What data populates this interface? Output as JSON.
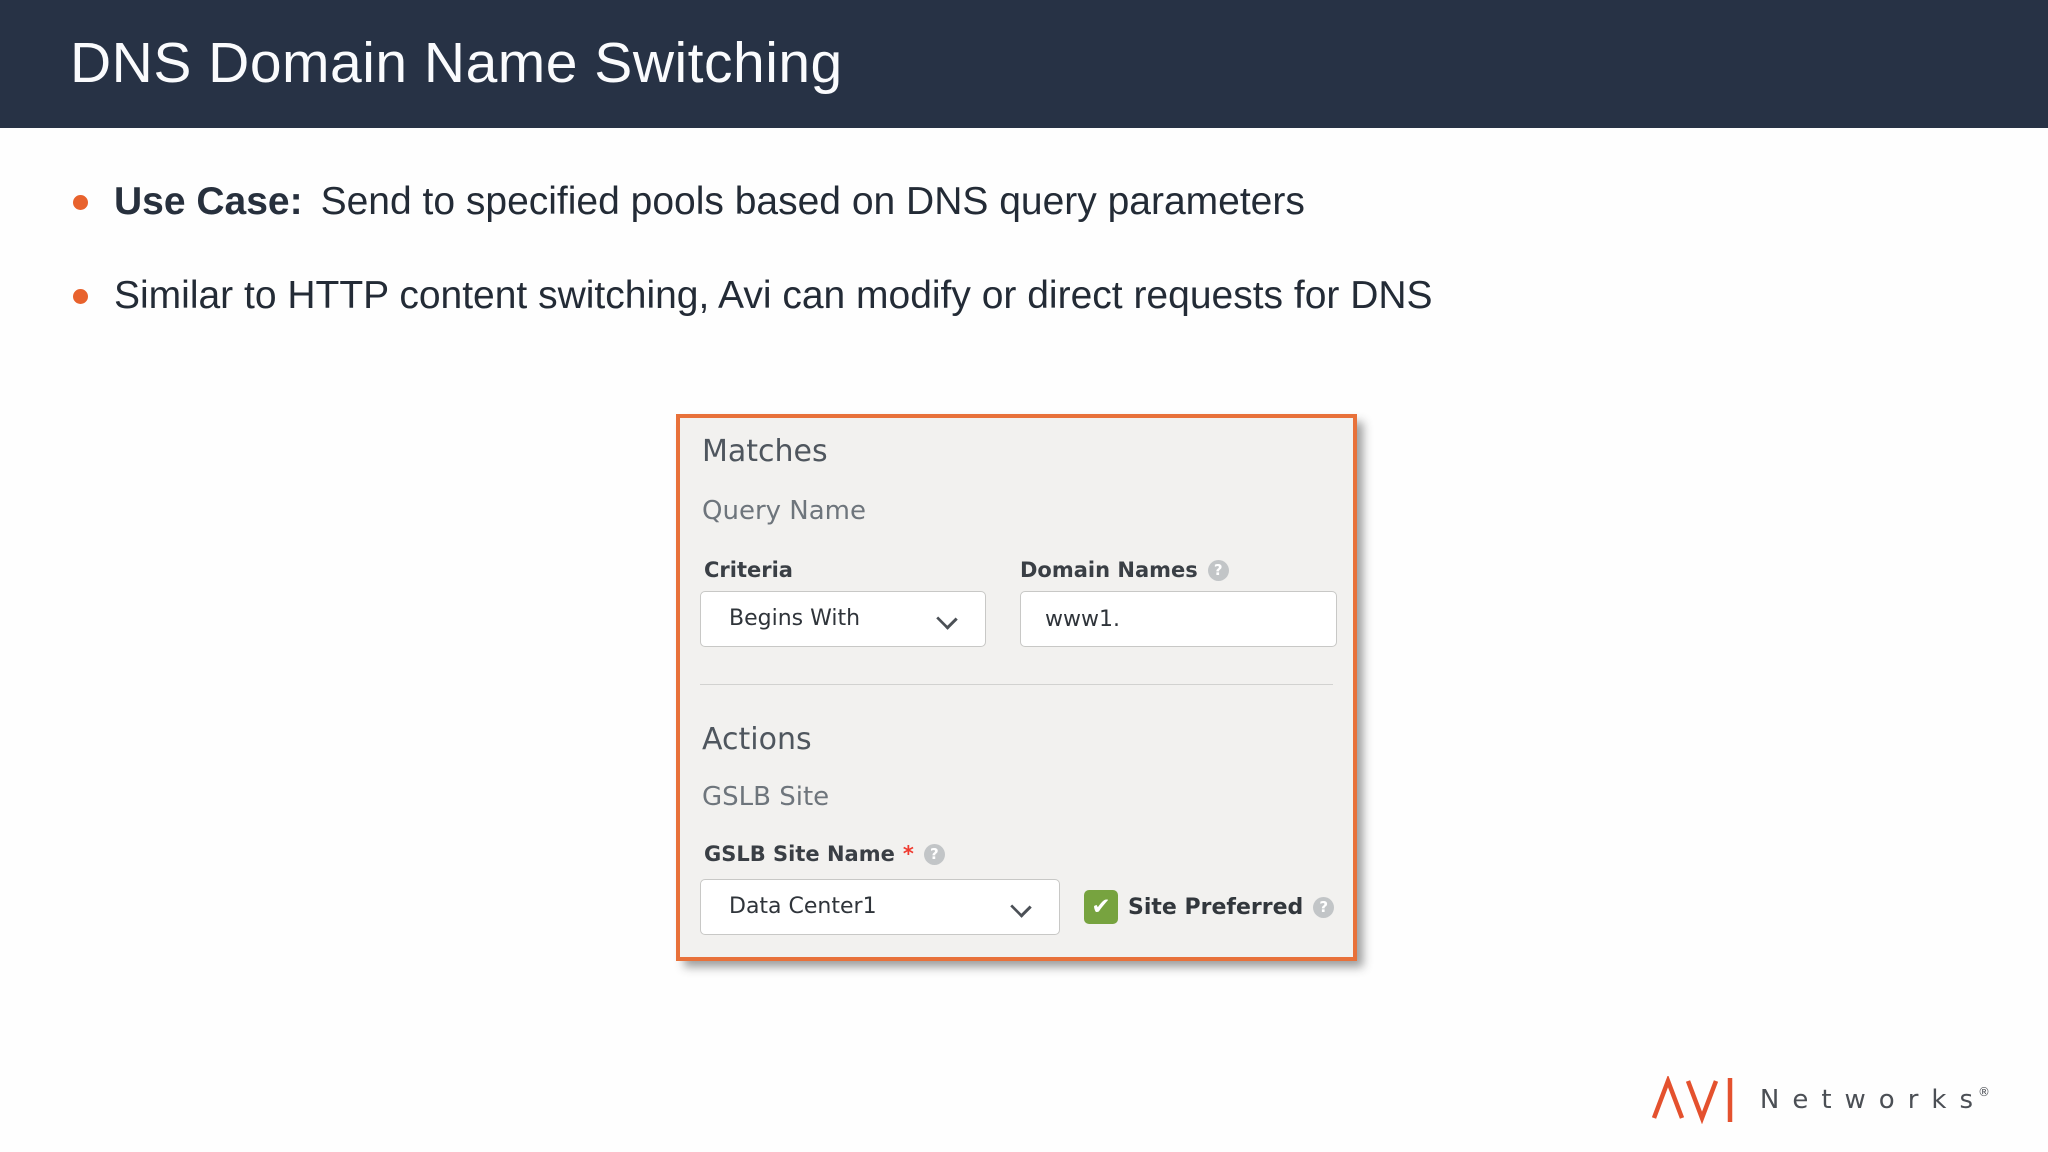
{
  "header": {
    "title": "DNS Domain Name Switching"
  },
  "bullets": [
    {
      "bold": "Use Case:",
      "text": "Send to specified pools based on DNS query parameters"
    },
    {
      "bold": "",
      "text": "Similar to HTTP content switching, Avi can modify or direct requests for DNS"
    }
  ],
  "panel": {
    "matches": {
      "heading": "Matches",
      "subheading": "Query Name",
      "criteria_label": "Criteria",
      "criteria_value": "Begins With",
      "domain_label": "Domain Names",
      "domain_value": "www1."
    },
    "actions": {
      "heading": "Actions",
      "subheading": "GSLB Site",
      "site_name_label": "GSLB Site Name",
      "required_marker": "*",
      "site_name_value": "Data Center1",
      "site_preferred_label": "Site Preferred",
      "site_preferred_checked": true
    }
  },
  "icons": {
    "help_glyph": "?",
    "check_glyph": "✔"
  },
  "logo": {
    "mark": "AVI",
    "text": "Networks",
    "registered": "®"
  },
  "colors": {
    "header_bg": "#273245",
    "bullet_orange": "#e8622d",
    "panel_border": "#e8713a",
    "panel_bg": "#f2f1ef",
    "checkbox_green": "#77a33f",
    "logo_orange": "#e4512e",
    "required_red": "#f03b30"
  }
}
